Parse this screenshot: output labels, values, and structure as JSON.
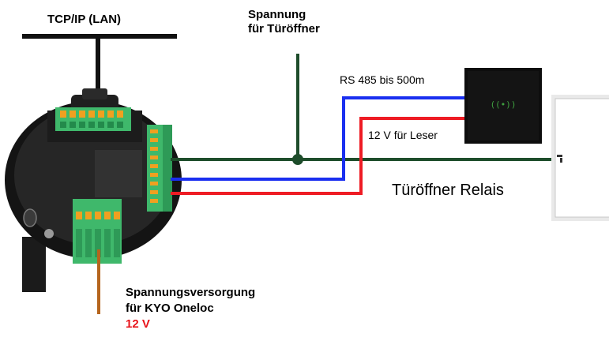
{
  "labels": {
    "lan": "TCP/IP (LAN)",
    "door_voltage_line1": "Spannung",
    "door_voltage_line2": "für Türöffner",
    "rs485": "RS 485 bis 500m",
    "reader_power": "12 V für Leser",
    "door_relay": "Türöffner Relais",
    "supply_line1": "Spannungsversorgung",
    "supply_line2": "für KYO Oneloc",
    "supply_voltage": "12 V",
    "reader_display": "((•))"
  },
  "colors": {
    "rs485_wire": "#1a2ff0",
    "power_wire": "#ee1c24",
    "relay_wire": "#1e4d2b",
    "supply_wire": "#b5651d",
    "terminal_green": "#3fb86b",
    "terminal_orange": "#f0a020",
    "controller_body": "#151515"
  }
}
